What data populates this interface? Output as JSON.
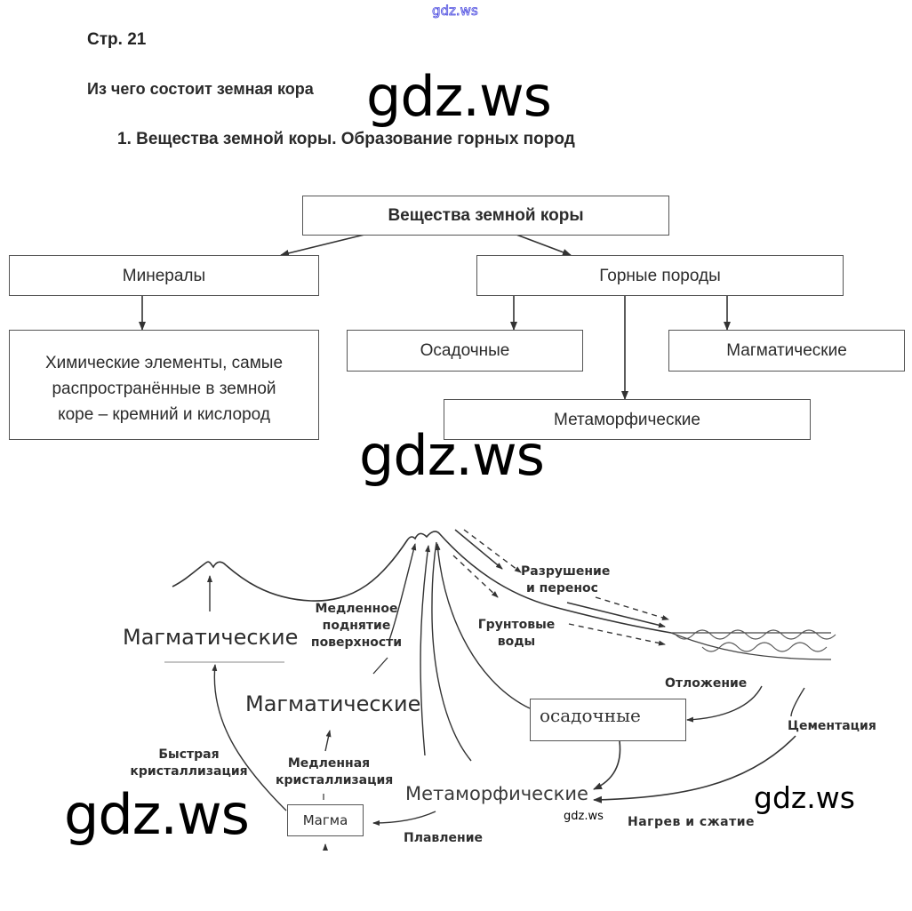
{
  "watermarks": {
    "top": "gdz.ws",
    "large_1": "gdz.ws",
    "large_2": "gdz.ws",
    "large_3": "gdz.ws",
    "medium": "gdz.ws",
    "small": "gdz.ws"
  },
  "header": {
    "page_label": "Стр. 21",
    "section_title": "Из чего состоит земная кора",
    "item_title": "1.  Вещества земной коры. Образование горных пород"
  },
  "scheme": {
    "root": "Вещества земной коры",
    "minerals": "Минералы",
    "minerals_detail": [
      "Химические элементы, самые",
      "распространённые в земной",
      "коре – кремний и кислород"
    ],
    "rocks": "Горные породы",
    "sedimentary": "Осадочные",
    "igneous": "Магматические",
    "metamorphic": "Метаморфические"
  },
  "rock_cycle": {
    "igneous_extrusive": "Магматические",
    "igneous_intrusive": "Магматические",
    "sedimentary": "осадочные",
    "metamorphic": "Метаморфические",
    "magma": "Магма",
    "slow_uplift": [
      "Медленное",
      "поднятие",
      "поверхности"
    ],
    "destruction": [
      "Разрушение",
      "и перенос"
    ],
    "groundwater": [
      "Грунтовые",
      "воды"
    ],
    "deposition": "Отложение",
    "cementation": "Цементация",
    "heat_pressure": "Нагрев и сжатие",
    "melting": "Плавление",
    "fast_cryst": [
      "Быстрая",
      "кристаллизация"
    ],
    "slow_cryst": [
      "Медленная",
      "кристаллизация"
    ]
  }
}
